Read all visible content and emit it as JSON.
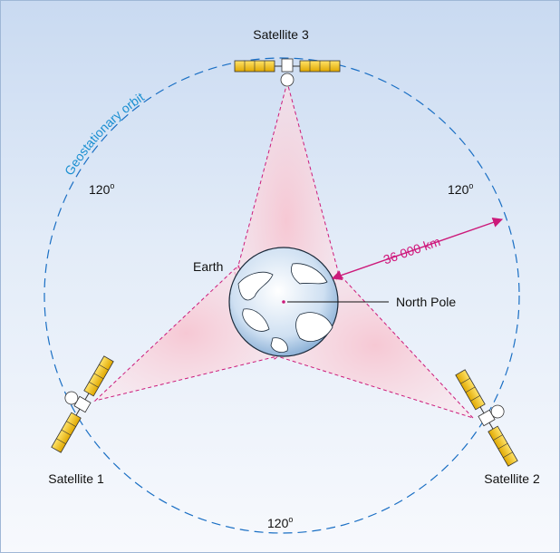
{
  "labels": {
    "satellite_1": "Satellite 1",
    "satellite_2": "Satellite 2",
    "satellite_3": "Satellite 3",
    "earth": "Earth",
    "north_pole": "North Pole",
    "orbit": "Geostationary orbit",
    "distance": "36 000 km",
    "angle_value": "120",
    "angle_unit": "o"
  },
  "colors": {
    "orbit": "#1a6fc4",
    "orbit_label": "#1a8fd1",
    "beam_edge": "#cc1a7a",
    "beam_fill": "#f6c4d0",
    "distance_arrow": "#cc1a7a",
    "solar_panel": "#f2c21b",
    "background_top": "#c9daf1",
    "background_bottom": "#f7f9fd",
    "ocean": "#d9e8f5",
    "land": "#ffffff"
  },
  "icons": {
    "satellite": "satellite-icon",
    "earth": "globe-north-pole-icon"
  }
}
